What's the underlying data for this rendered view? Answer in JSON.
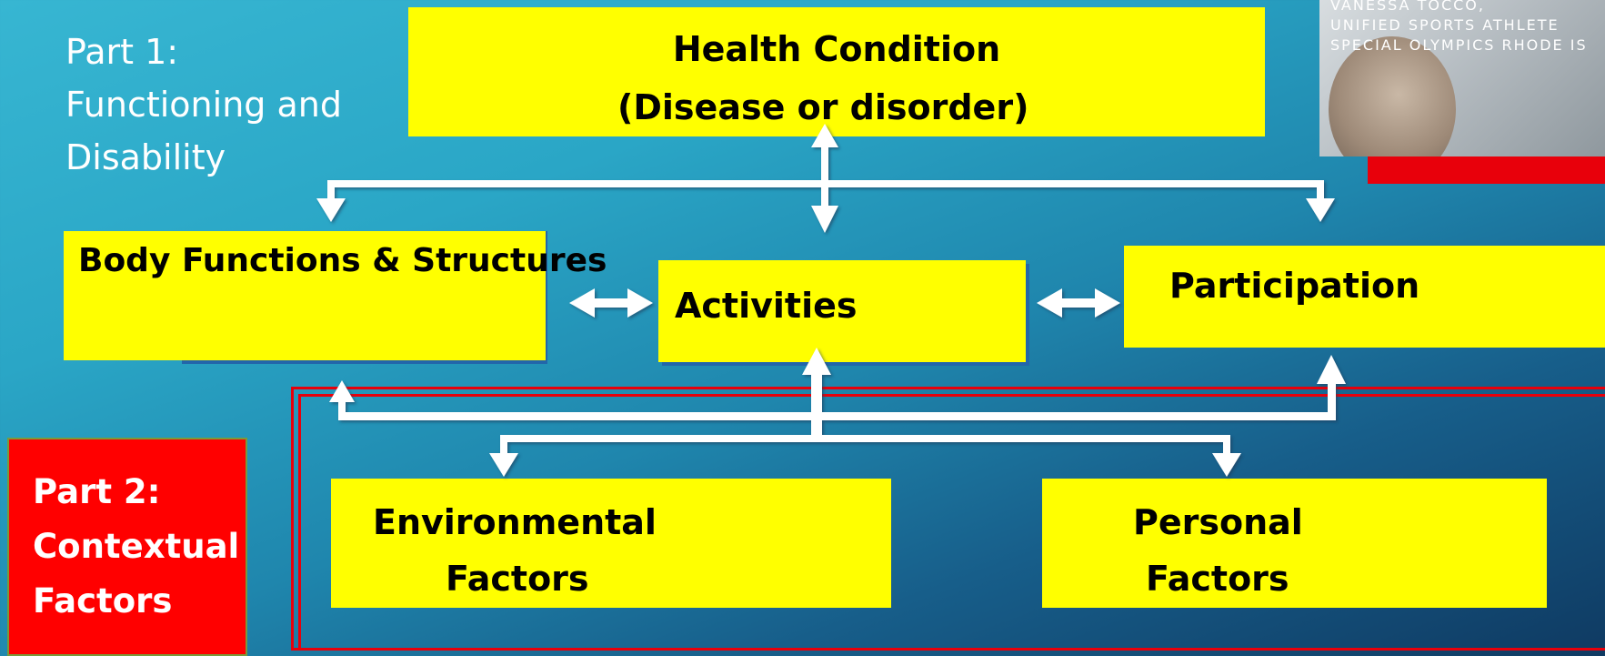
{
  "part1": {
    "line1": "Part 1:",
    "line2": "Functioning and",
    "line3": "Disability"
  },
  "health_condition": {
    "line1": "Health Condition",
    "line2": "(Disease or disorder)"
  },
  "body_functions": {
    "label": "Body Functions & Structures"
  },
  "activities": {
    "label": "Activities"
  },
  "participation": {
    "label": "Participation"
  },
  "part2": {
    "line1": "Part 2:",
    "line2": "Contextual",
    "line3": "Factors"
  },
  "environmental": {
    "line1": "Environmental",
    "line2": "Factors"
  },
  "personal": {
    "line1": "Personal",
    "line2": "Factors"
  },
  "photo_caption": {
    "line1": "VANESSA TOCCO,",
    "line2": "UNIFIED SPORTS ATHLETE",
    "line3": "SPECIAL OLYMPICS RHODE IS"
  },
  "colors": {
    "box_fill": "#ffff00",
    "accent_red": "#ff0000",
    "arrow": "#ffffff"
  }
}
